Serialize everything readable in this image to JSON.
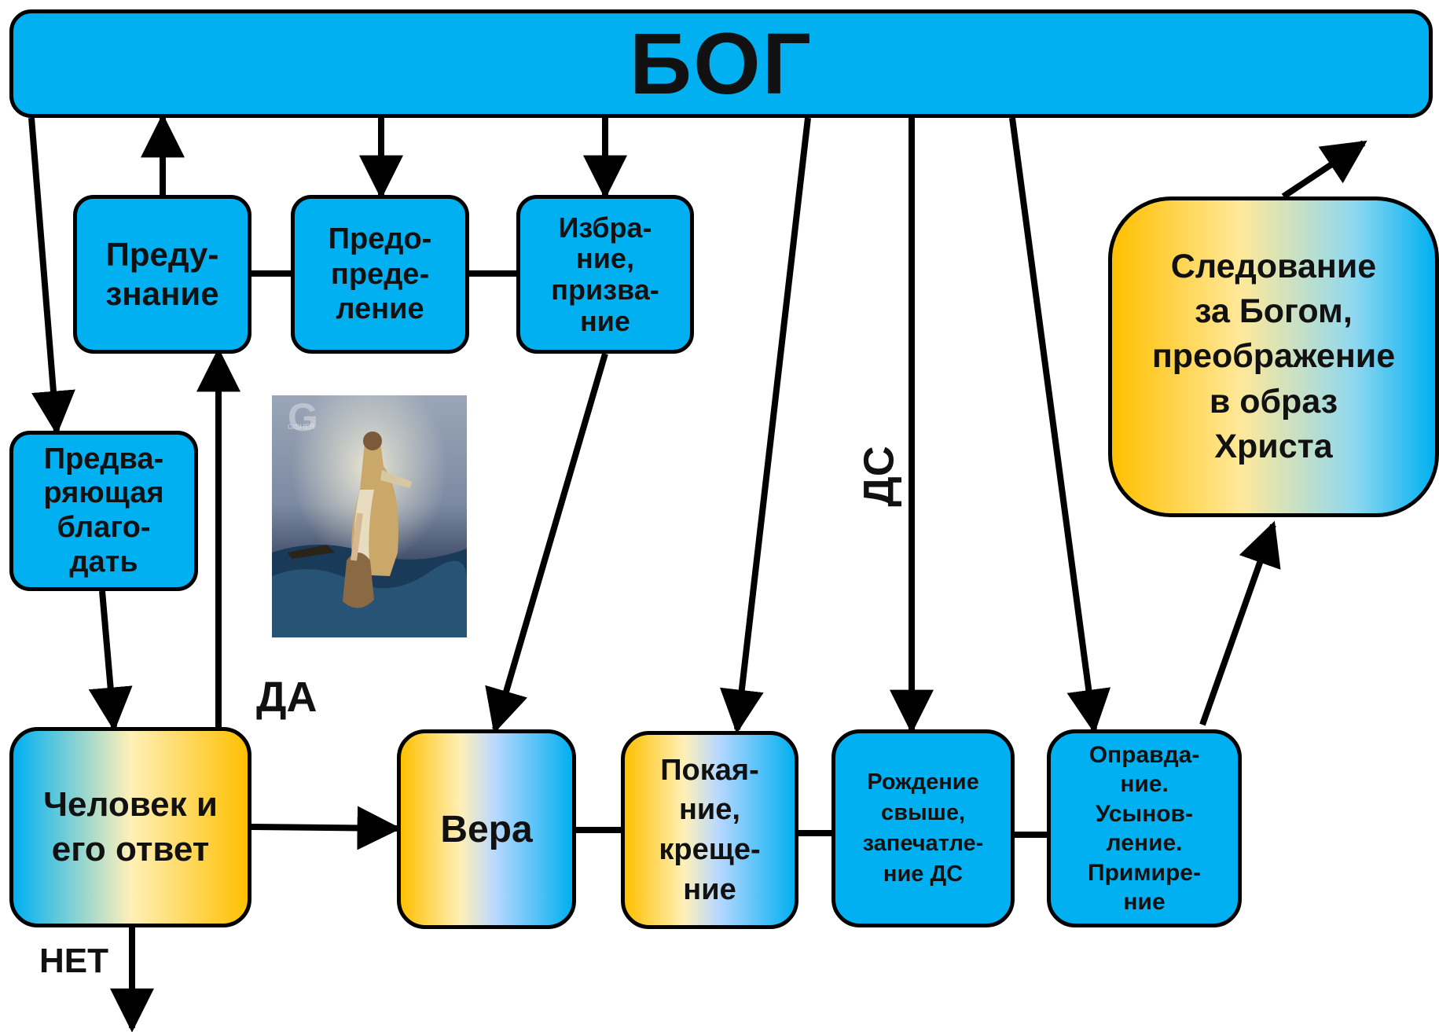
{
  "god": {
    "label": "БОГ",
    "color": "#00b0f0"
  },
  "boxes": {
    "foreknowledge": "Преду-\nзнание",
    "predestination": "Предо-\nпреде-\nление",
    "election": "Избра-\nние,\nпризва-\nние",
    "prevenient_grace": "Предва-\nряющая\nблаго-\nдать",
    "following": "Следование\nза Богом,\nпреображение\nв образ\nХриста",
    "man": "Человек и\nего ответ",
    "faith": "Вера",
    "repentance": "Покая-\nние,\nкреще-\nние",
    "rebirth": "Рождение\nсвыше,\nзапечатле-\nние ДС",
    "justification": "Оправда-\nние.\nУсынов-\nление.\nПримире-\nние"
  },
  "labels": {
    "yes": "ДА",
    "no": "НЕТ",
    "holy_spirit": "ДС"
  },
  "picture": {
    "description_icon": "jesus-walking-on-water-painting",
    "watermark": "GISHER"
  },
  "colors": {
    "box_blue": "#00b0f0",
    "gold": "#ffc000",
    "outline": "#000000"
  }
}
